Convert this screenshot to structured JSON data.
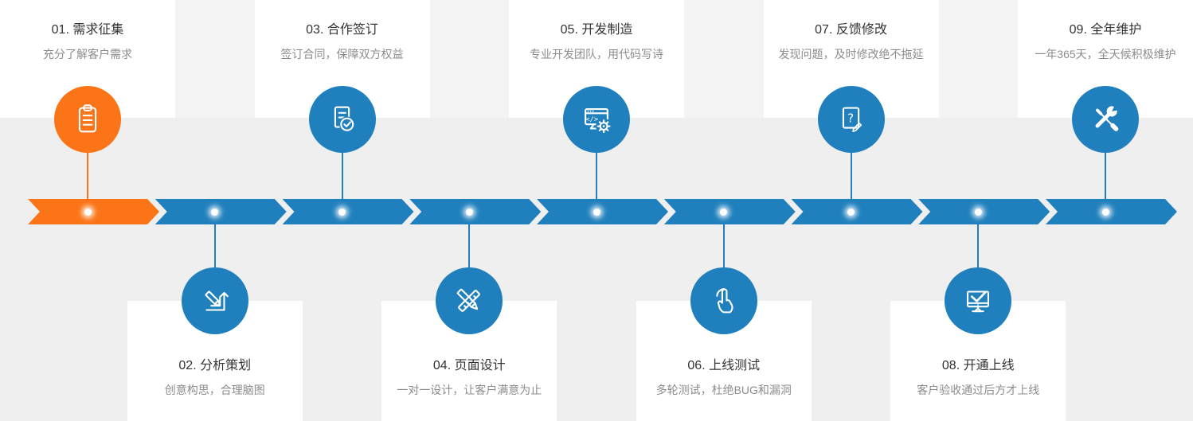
{
  "diagram": {
    "name": "service-process-flow",
    "background": "#efefef",
    "top_band_color": "#f4f4f4",
    "card_color": "#ffffff",
    "title_color": "#333333",
    "subtitle_color": "#8c8c8c",
    "accent_orange": "#fb7417",
    "accent_blue": "#1f80bd"
  },
  "steps": [
    {
      "id": "01",
      "title": "01. 需求征集",
      "subtitle": "充分了解客户需求",
      "icon": "clipboard-icon",
      "side": "top",
      "accent": "orange"
    },
    {
      "id": "02",
      "title": "02. 分析策划",
      "subtitle": "创意构思，合理脑图",
      "icon": "pencil-plan-icon",
      "side": "bottom",
      "accent": "blue"
    },
    {
      "id": "03",
      "title": "03. 合作签订",
      "subtitle": "签订合同，保障双方权益",
      "icon": "contract-check-icon",
      "side": "top",
      "accent": "blue"
    },
    {
      "id": "04",
      "title": "04. 页面设计",
      "subtitle": "一对一设计，让客户满意为止",
      "icon": "design-tools-icon",
      "side": "bottom",
      "accent": "blue"
    },
    {
      "id": "05",
      "title": "05. 开发制造",
      "subtitle": "专业开发团队，用代码写诗",
      "icon": "code-window-icon",
      "side": "top",
      "accent": "blue"
    },
    {
      "id": "06",
      "title": "06. 上线测试",
      "subtitle": "多轮测试，杜绝BUG和漏洞",
      "icon": "touch-test-icon",
      "side": "bottom",
      "accent": "blue"
    },
    {
      "id": "07",
      "title": "07. 反馈修改",
      "subtitle": "发现问题，及时修改绝不拖延",
      "icon": "feedback-edit-icon",
      "side": "top",
      "accent": "blue"
    },
    {
      "id": "08",
      "title": "08. 开通上线",
      "subtitle": "客户验收通过后方才上线",
      "icon": "monitor-check-icon",
      "side": "bottom",
      "accent": "blue"
    },
    {
      "id": "09",
      "title": "09. 全年维护",
      "subtitle": "一年365天，全天候积极维护",
      "icon": "wrench-screwdriver-icon",
      "side": "top",
      "accent": "blue"
    }
  ]
}
